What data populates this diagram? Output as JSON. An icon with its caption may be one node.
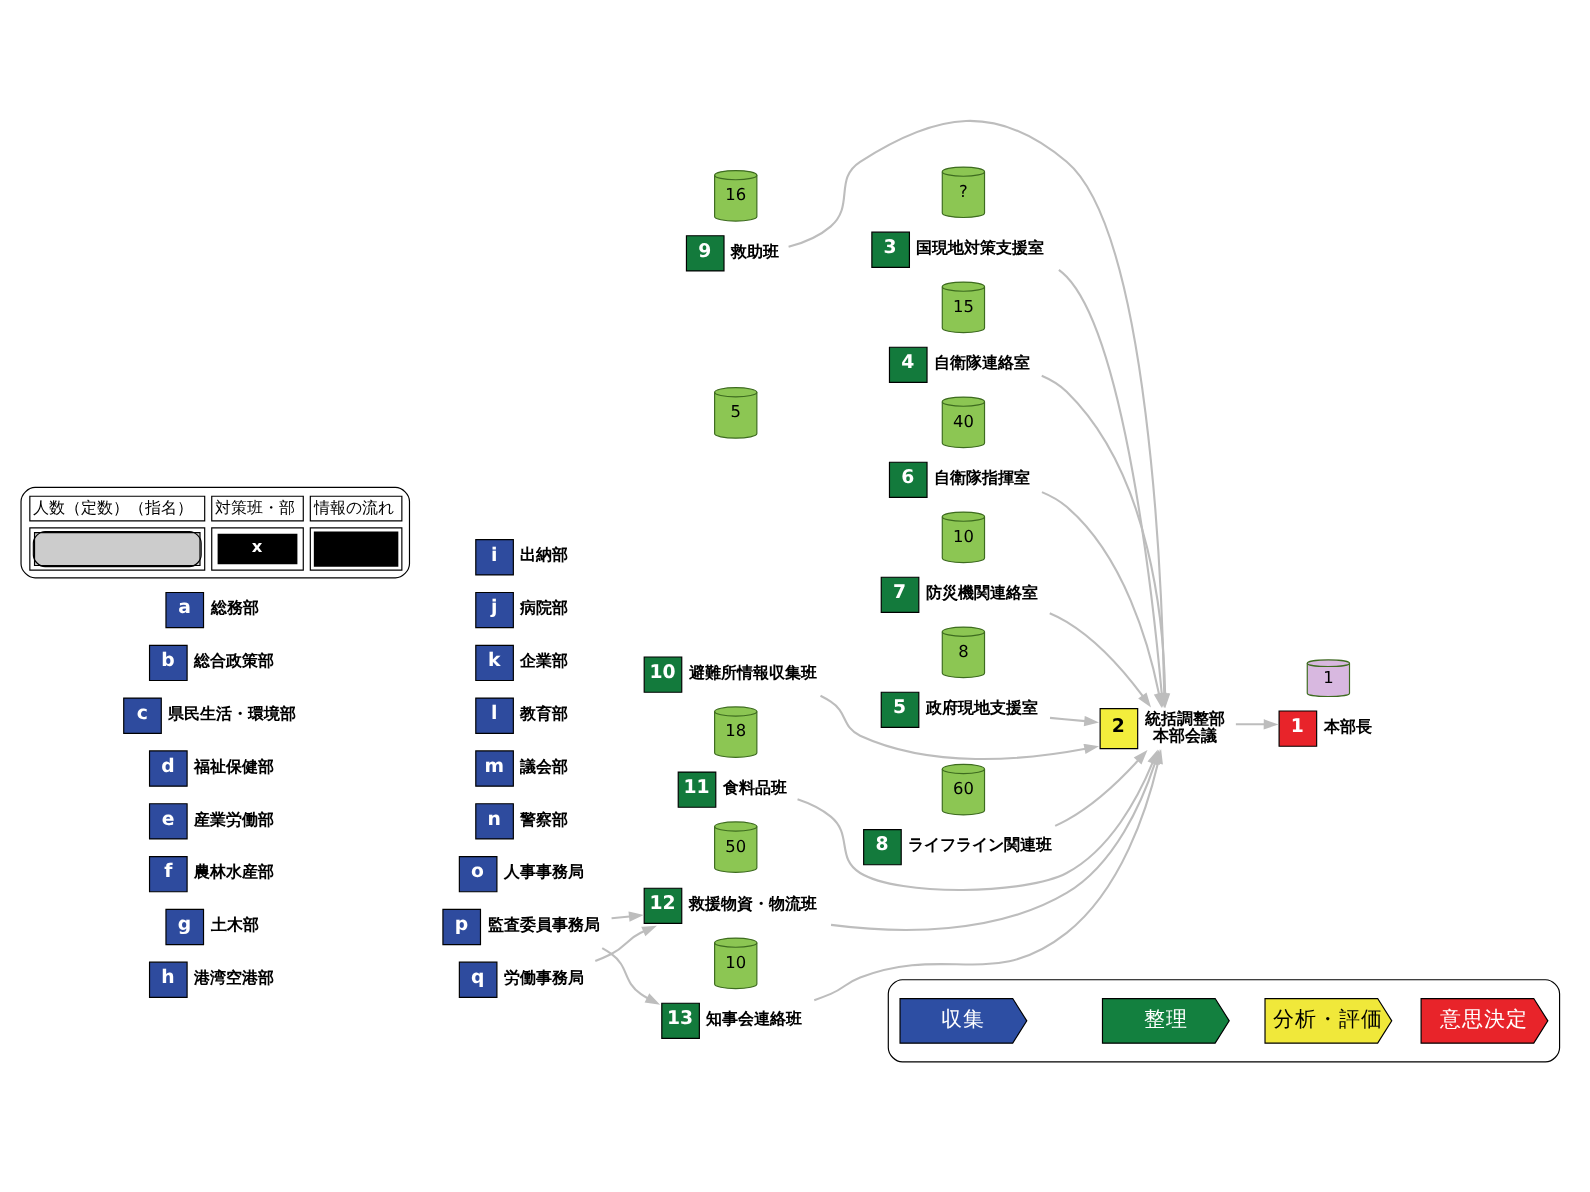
{
  "diagram": {
    "nodes": [
      {
        "text": [
          "a"
        ],
        "beside": [
          "総務部"
        ]
      },
      {
        "text": [
          "b"
        ],
        "beside": [
          "総合政策部"
        ]
      },
      {
        "text": [
          "c"
        ],
        "beside": [
          "県民生活・環境部"
        ]
      },
      {
        "text": [
          "d"
        ],
        "beside": [
          "福祉保健部"
        ]
      },
      {
        "text": [
          "e"
        ],
        "beside": [
          "産業労働部"
        ]
      },
      {
        "text": [
          "f"
        ],
        "beside": [
          "農林水産部"
        ]
      },
      {
        "text": [
          "g"
        ],
        "beside": [
          "土木部"
        ]
      },
      {
        "text": [
          "h"
        ],
        "beside": [
          "港湾空港部"
        ]
      },
      {
        "text": [
          "i"
        ],
        "beside": [
          "出納部"
        ]
      },
      {
        "text": [
          "j"
        ],
        "beside": [
          "病院部"
        ]
      },
      {
        "text": [
          "k"
        ],
        "beside": [
          "企業部"
        ]
      },
      {
        "text": [
          "l"
        ],
        "beside": [
          "教育部"
        ]
      },
      {
        "text": [
          "m"
        ],
        "beside": [
          "議会部"
        ]
      },
      {
        "text": [
          "n"
        ],
        "beside": [
          "警察部"
        ]
      },
      {
        "text": [
          "o"
        ],
        "beside": [
          "人事事務局"
        ]
      },
      {
        "text": [
          "p"
        ],
        "beside": [
          "監査委員事務局"
        ]
      },
      {
        "text": [
          "q"
        ],
        "beside": [
          "労働事務局"
        ]
      },
      {
        "text": [
          "1"
        ]
      },
      {
        "text": [
          "1"
        ],
        "beside": [
          "本部長"
        ]
      },
      {
        "text": [
          "2"
        ],
        "beside": [
          "統括調整部",
          "本部会議"
        ]
      },
      {
        "text": [
          "?"
        ]
      },
      {
        "text": [
          "3"
        ],
        "beside": [
          "国現地対策支援室"
        ]
      },
      {
        "text": [
          "15"
        ]
      },
      {
        "text": [
          "4"
        ],
        "beside": [
          "自衛隊連絡室"
        ]
      },
      {
        "text": [
          "40"
        ]
      },
      {
        "text": [
          "5"
        ],
        "beside": [
          "政府現地支援室"
        ]
      },
      {
        "text": [
          "60"
        ]
      },
      {
        "text": [
          "6"
        ],
        "beside": [
          "自衛隊指揮室"
        ]
      },
      {
        "text": [
          "10"
        ]
      },
      {
        "text": [
          "7"
        ],
        "beside": [
          "防災機関連絡室"
        ]
      },
      {
        "text": [
          "8"
        ]
      },
      {
        "text": [
          "8"
        ],
        "beside": [
          "ライフライン関連班"
        ]
      },
      {
        "text": [
          "16"
        ]
      },
      {
        "text": [
          "9"
        ],
        "beside": [
          "救助班"
        ]
      },
      {
        "text": [
          "5"
        ]
      },
      {
        "text": [
          "10"
        ],
        "beside": [
          "避難所情報収集班"
        ]
      },
      {
        "text": [
          "18"
        ]
      },
      {
        "text": [
          "11"
        ],
        "beside": [
          "食料品班"
        ]
      },
      {
        "text": [
          "50"
        ]
      },
      {
        "text": [
          "12"
        ],
        "beside": [
          "救援物資・物流班"
        ]
      },
      {
        "text": [
          "10"
        ]
      },
      {
        "text": [
          "13"
        ],
        "beside": [
          "知事会連絡班"
        ]
      },
      {
        "text": [],
        "shape": "box"
      },
      {
        "text": [
          "収集"
        ],
        "in": 42
      },
      {
        "text": [
          "整理"
        ],
        "in": 42
      },
      {
        "text": [
          "分析・評価"
        ],
        "in": 42
      },
      {
        "text": [
          "意思決定"
        ],
        "in": 42
      }
    ],
    "edges": [
      {
        "from": 21,
        "to": 19,
        "arrow": "to"
      },
      {
        "from": 23,
        "to": 19,
        "arrow": "to"
      },
      {
        "from": 25,
        "to": 19,
        "arrow": "to"
      },
      {
        "from": 27,
        "to": 19,
        "arrow": "to"
      },
      {
        "from": 29,
        "to": 19,
        "arrow": "to"
      },
      {
        "from": 31,
        "to": 19,
        "arrow": "to"
      },
      {
        "from": 33,
        "to": 19,
        "arrow": "to"
      },
      {
        "from": 35,
        "to": 19,
        "arrow": "to"
      },
      {
        "from": 37,
        "to": 19,
        "arrow": "to"
      },
      {
        "from": 39,
        "to": 19,
        "arrow": "to"
      },
      {
        "from": 41,
        "to": 19,
        "arrow": "to"
      },
      {
        "from": 19,
        "to": 18,
        "arrow": "to"
      },
      {
        "from": 15,
        "to": 39,
        "arrow": "to"
      },
      {
        "from": 16,
        "to": 39,
        "arrow": "to"
      },
      {
        "from": 15,
        "to": 41,
        "arrow": "to"
      }
    ],
    "labels": [
      "x"
    ],
    "legend": [
      {
        "text": "人数（定数）（指名）"
      },
      {
        "text": "対策班・部"
      },
      {
        "text": "情報の流れ"
      }
    ]
  }
}
